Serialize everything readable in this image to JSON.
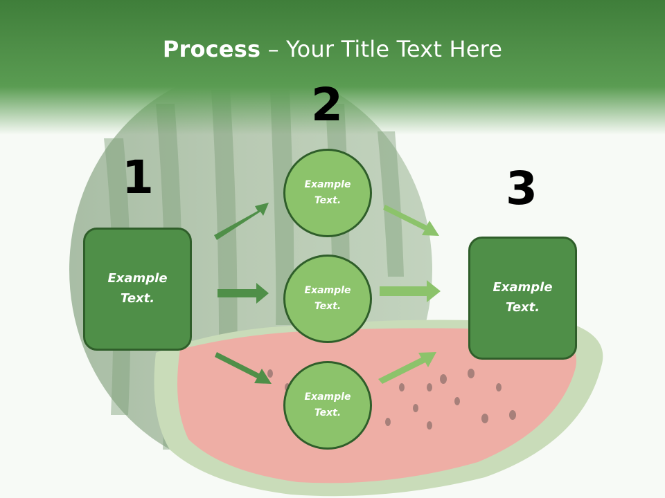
{
  "title": {
    "bold": "Process",
    "rest": " – Your Title Text Here"
  },
  "steps": {
    "one": {
      "number": "1",
      "text": "Example Text."
    },
    "two": {
      "number": "2",
      "text": "Example Text."
    },
    "three": {
      "number": "3",
      "text": "Example Text."
    }
  },
  "circles": [
    {
      "text": "Example Text."
    },
    {
      "text": "Example Text."
    },
    {
      "text": "Example Text."
    }
  ],
  "colors": {
    "header": "#4f8f48",
    "box": "#4f8f48",
    "circle": "#8cc36b",
    "arrow_dark": "#4f8f48",
    "arrow_light": "#8cc36b"
  },
  "background": {
    "image": "watermelon"
  }
}
